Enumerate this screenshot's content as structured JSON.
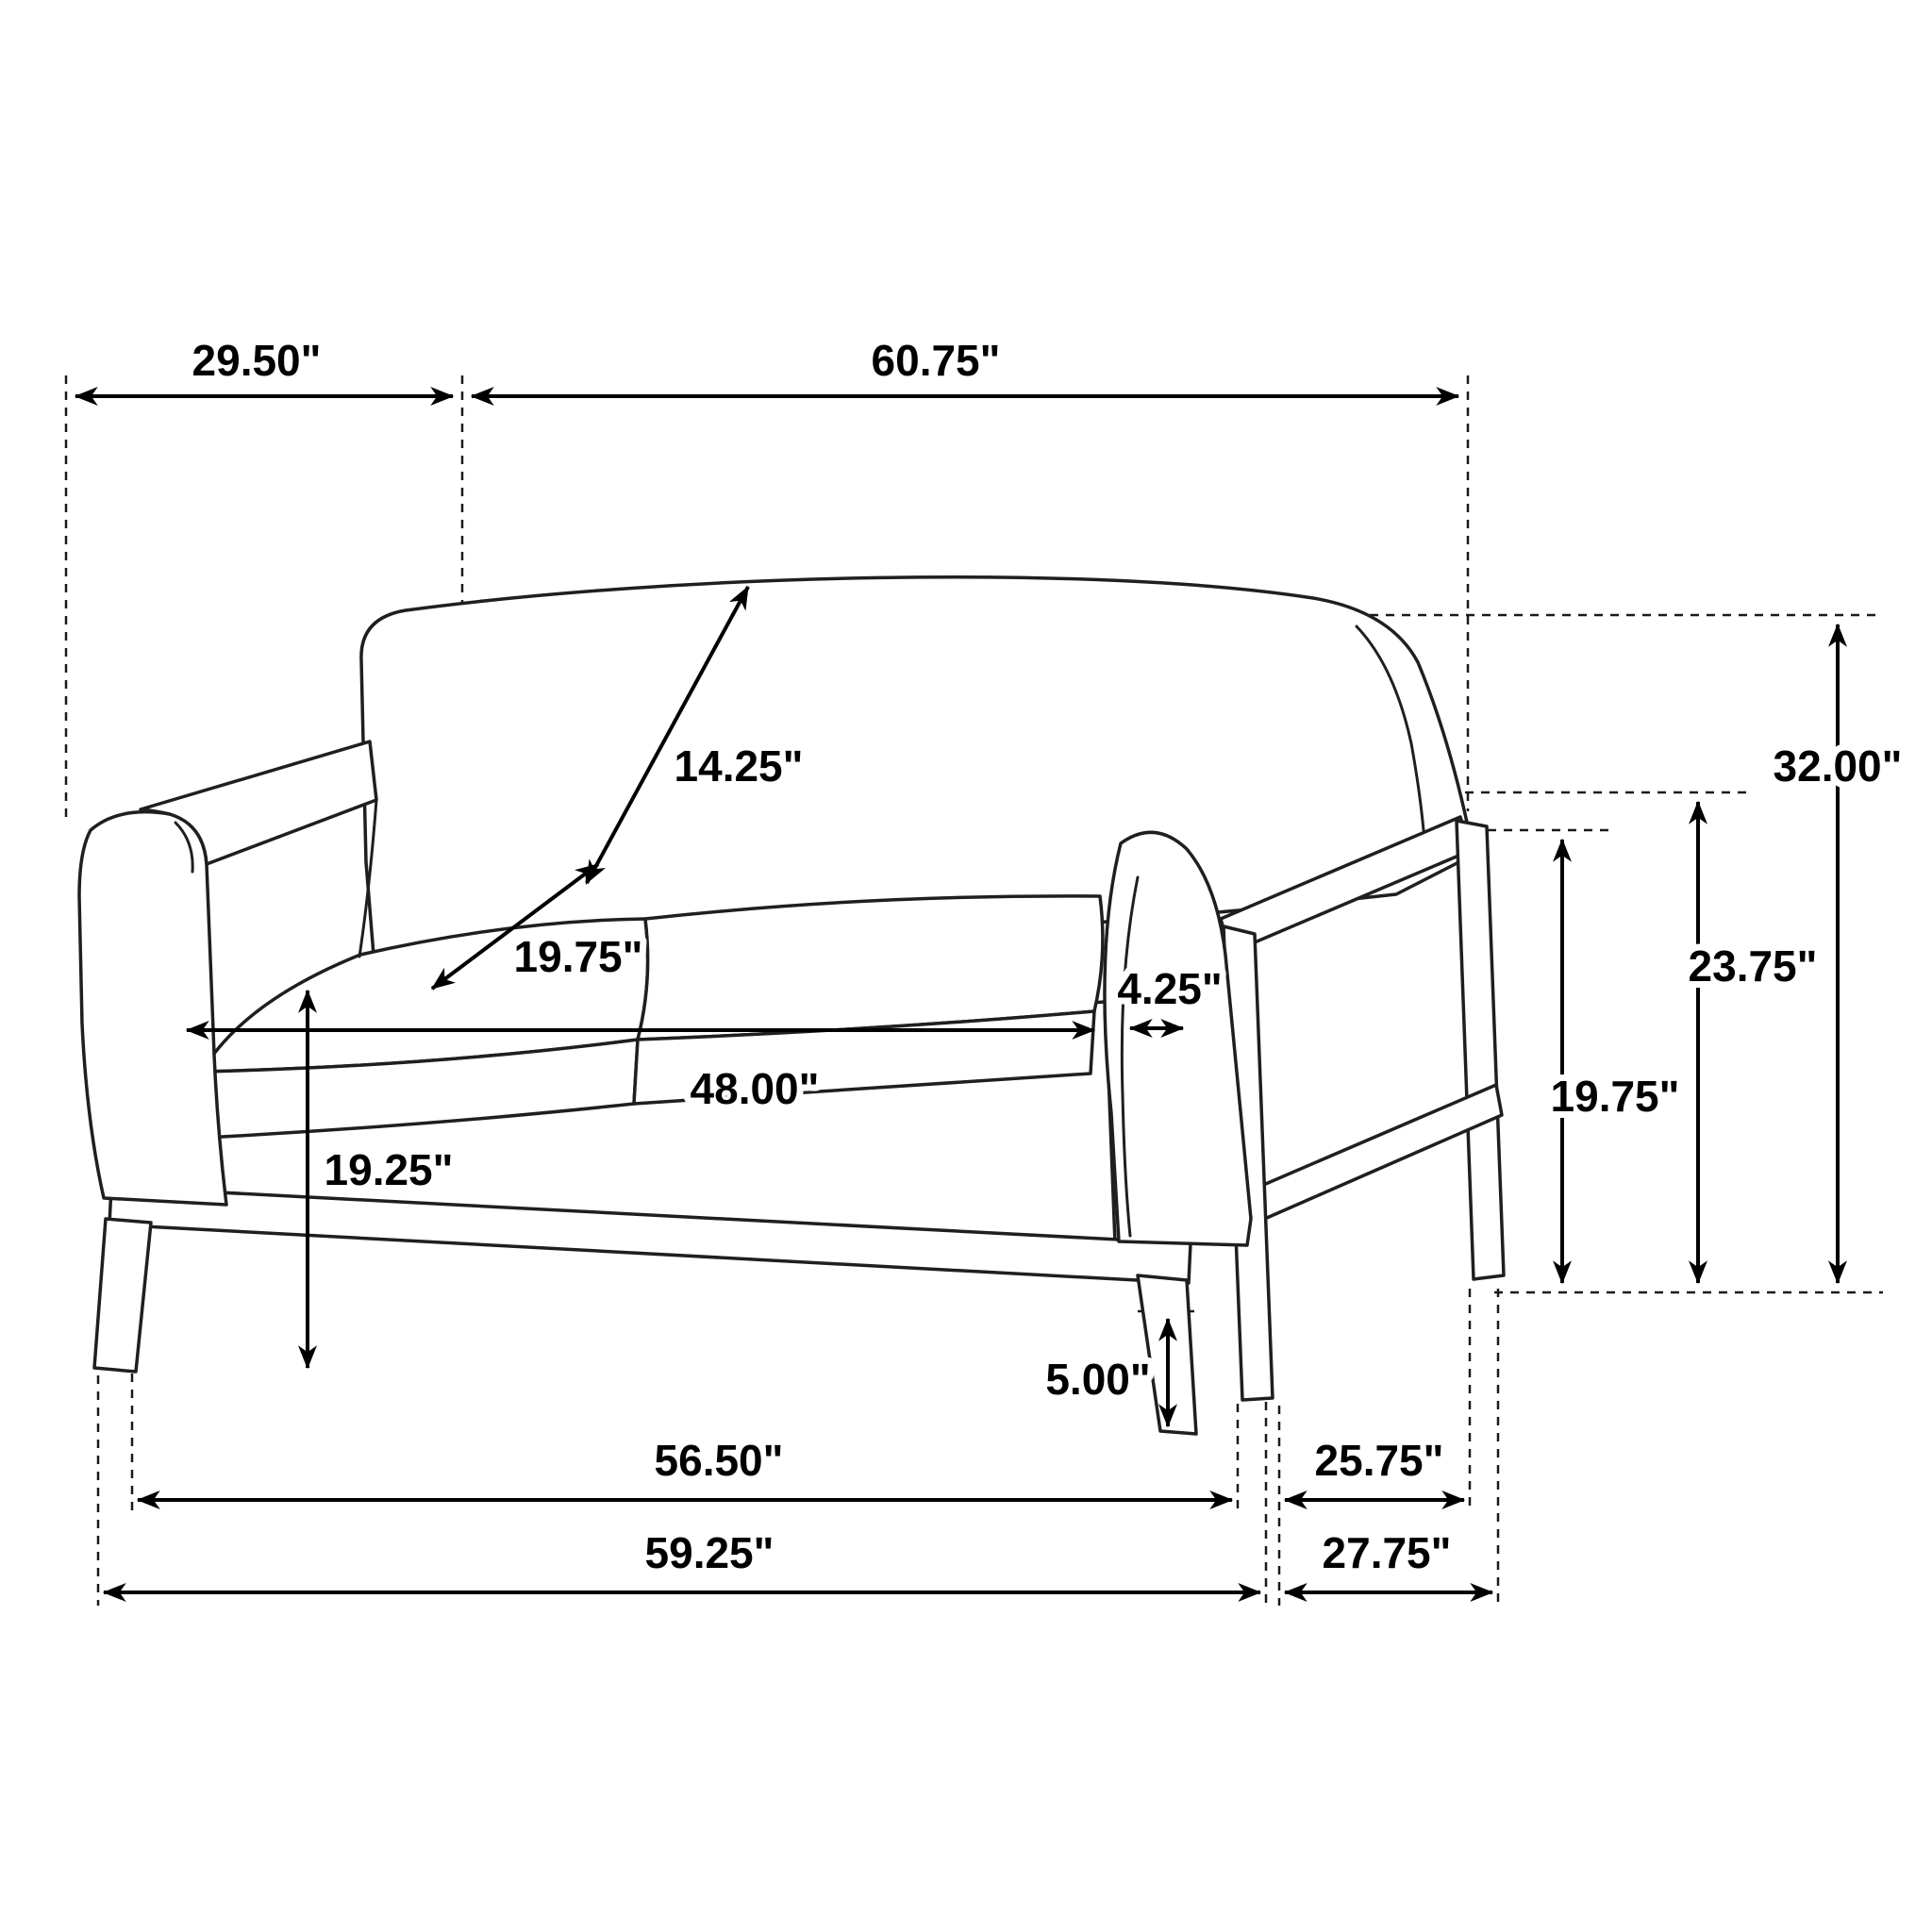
{
  "diagram": {
    "type": "furniture-dimension-diagram",
    "subject": "loveseat line drawing with measurements",
    "unit": "inches"
  },
  "dimensions": {
    "top_depth": "29.50\"",
    "top_width": "60.75\"",
    "back_cushion_height": "14.25\"",
    "seat_depth": "19.75\"",
    "arm_front_width": "4.25\"",
    "seat_width": "48.00\"",
    "seat_height": "19.25\"",
    "overall_height": "32.00\"",
    "arm_height": "23.75\"",
    "frame_rail_height": "19.75\"",
    "leg_height": "5.00\"",
    "base_front_width": "56.50\"",
    "base_side_depth": "25.75\"",
    "overall_front_width": "59.25\"",
    "overall_side_depth": "27.75\""
  }
}
